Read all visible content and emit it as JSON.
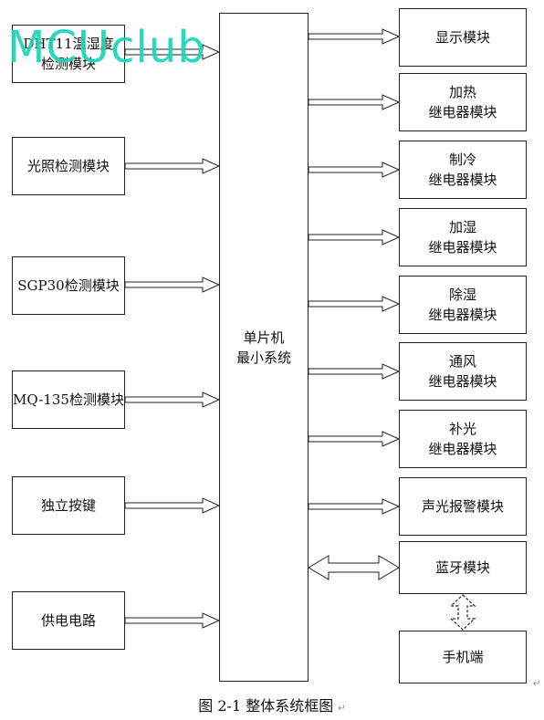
{
  "center": {
    "line1": "单片机",
    "line2": "最小系统"
  },
  "inputs": [
    {
      "line1": "DHT11温湿度",
      "line2": "检测模块"
    },
    {
      "line1": "光照检测模块",
      "line2": ""
    },
    {
      "line1": "SGP30检测模块",
      "line2": ""
    },
    {
      "line1": "MQ-135检测模块",
      "line2": ""
    },
    {
      "line1": "独立按键",
      "line2": ""
    },
    {
      "line1": "供电电路",
      "line2": ""
    }
  ],
  "outputs": [
    {
      "line1": "显示模块",
      "line2": ""
    },
    {
      "line1": "加热",
      "line2": "继电器模块"
    },
    {
      "line1": "制冷",
      "line2": "继电器模块"
    },
    {
      "line1": "加湿",
      "line2": "继电器模块"
    },
    {
      "line1": "除湿",
      "line2": "继电器模块"
    },
    {
      "line1": "通风",
      "line2": "继电器模块"
    },
    {
      "line1": "补光",
      "line2": "继电器模块"
    },
    {
      "line1": "声光报警模块",
      "line2": ""
    },
    {
      "line1": "蓝牙模块",
      "line2": ""
    }
  ],
  "phone": {
    "label": "手机端"
  },
  "caption": "图 2-1 整体系统框图",
  "watermark": "MCUclub",
  "colors": {
    "line": "#222222",
    "watermark": "#19d6b8"
  }
}
